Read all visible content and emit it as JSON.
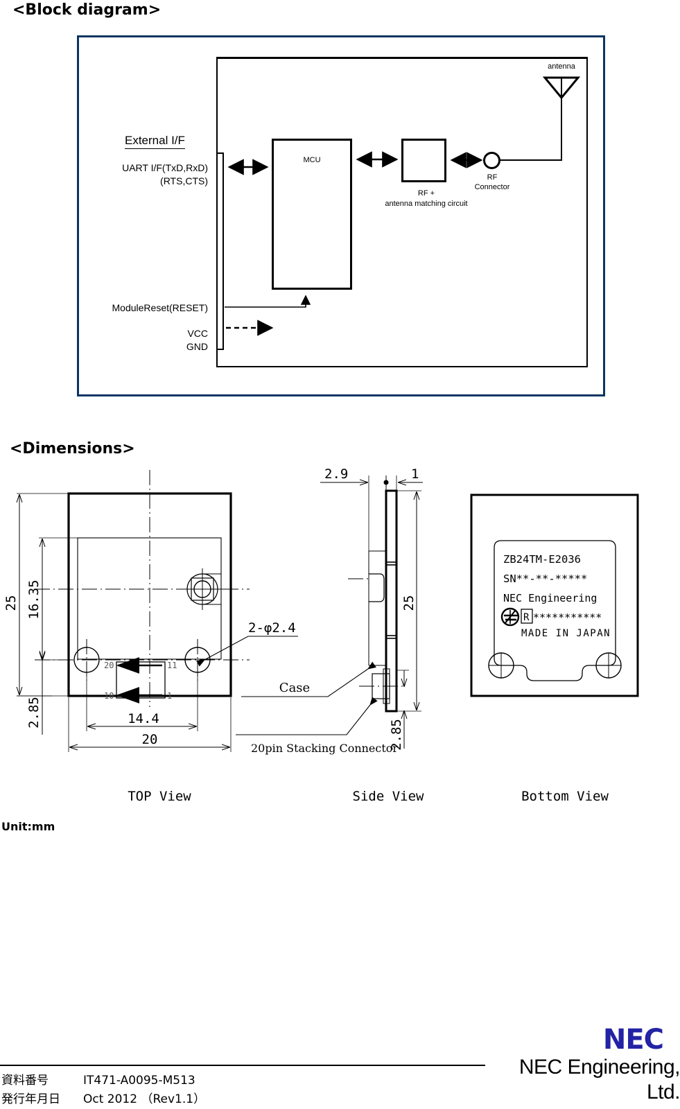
{
  "sections": {
    "block_diagram_title": "<Block diagram>",
    "dimensions_title": "<Dimensions>"
  },
  "block_diagram": {
    "frame_color": "#0b3562",
    "external_if_heading": "External I/F",
    "pins": [
      {
        "label": "UART I/F(TxD,RxD)\n(RTS,CTS)",
        "name": "uart"
      },
      {
        "label": "ModuleReset(RESET)",
        "name": "reset"
      },
      {
        "label": "VCC",
        "name": "vcc"
      },
      {
        "label": "GND",
        "name": "gnd"
      }
    ],
    "blocks": {
      "mcu": "MCU",
      "rf_matching": "RF +\nantenna matching circuit",
      "rf_connector": "RF\nConnector",
      "antenna": "antenna"
    }
  },
  "dimensions": {
    "unit_label": "Unit:mm",
    "view_labels": {
      "top": "TOP View",
      "side": "Side View",
      "bottom": "Bottom View"
    },
    "top_view": {
      "height_overall": "25",
      "height_inner": "16.35",
      "height_offset": "2.85",
      "width_overall": "20",
      "width_connector": "14.4",
      "hole_callout": "2-φ2.4",
      "connector_pins": {
        "top_left": "20",
        "top_right": "11",
        "bottom_left": "10",
        "bottom_right": "1"
      }
    },
    "side_view": {
      "depth_case": "2.9",
      "depth_board": "1",
      "height_overall": "25",
      "height_offset": "2.85",
      "case_callout": "Case",
      "connector_callout": "20pin Stacking Connector"
    },
    "bottom_view": {
      "label_lines": [
        "ZB24TM-E2036",
        "SN**-**-*****",
        "NEC Engineering",
        "R***********",
        "MADE IN JAPAN"
      ]
    }
  },
  "footer": {
    "doc_number_key": "資料番号",
    "doc_number_value": "IT471-A0095-M513",
    "issue_date_key": "発行年月日",
    "issue_date_value": "Oct 2012 （Rev1.1）",
    "logo_mark": "NEC",
    "logo_name": "NEC Engineering, Ltd.",
    "logo_color": "#2323a5"
  }
}
